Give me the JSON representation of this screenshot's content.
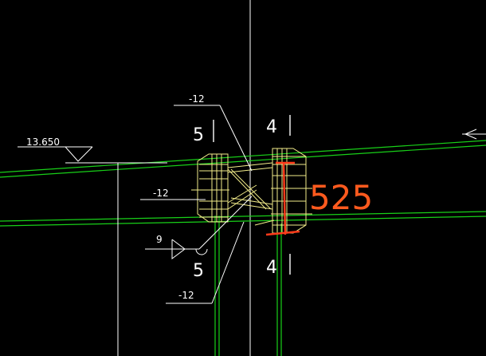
{
  "drawing": {
    "colors": {
      "background": "#000000",
      "line_white": "#ffffff",
      "beam_green": "#18d018",
      "plate_yellow": "#f2ec8a",
      "markup_red": "#ff3a1a",
      "markup_orange": "#ff5a1e"
    },
    "elevation": {
      "value": "13.650"
    },
    "section_marks": {
      "left_top": "5",
      "left_bottom": "5",
      "right_top": "4",
      "right_bottom": "4"
    },
    "plate_labels": {
      "top": "-12",
      "middle": "-12",
      "bottom": "-12"
    },
    "weld": {
      "size": "9"
    },
    "markup": {
      "text": "525"
    }
  }
}
